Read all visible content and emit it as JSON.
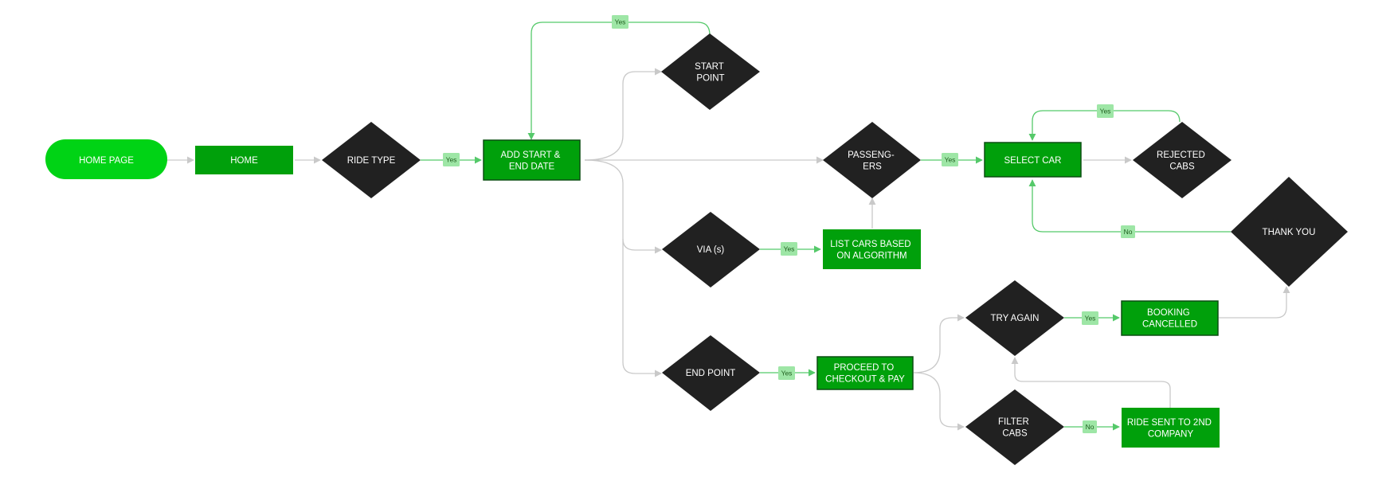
{
  "colors": {
    "terminal": "#00d315",
    "process": "#00a00b",
    "process_border": "#0b4f12",
    "decision": "#212121",
    "edge_green": "#55c96a",
    "edge_gray": "#c9c9c9",
    "label_bg": "#9ee6a6"
  },
  "nodes": {
    "home_page": [
      "HOME PAGE"
    ],
    "home": [
      "HOME"
    ],
    "ride_type": [
      "RIDE TYPE"
    ],
    "add_start_end_date": [
      "ADD START &",
      "END DATE"
    ],
    "start_point": [
      "START",
      "POINT"
    ],
    "passengers": [
      "PASSENG-",
      "ERS"
    ],
    "select_car": [
      "SELECT CAR"
    ],
    "rejected_cabs": [
      "REJECTED",
      "CABS"
    ],
    "thank_you": [
      "THANK YOU"
    ],
    "via": [
      "VIA (s)"
    ],
    "list_cars": [
      "LIST CARS BASED",
      "ON ALGORITHM"
    ],
    "try_again": [
      "TRY AGAIN"
    ],
    "booking_cancelled": [
      "BOOKING",
      "CANCELLED"
    ],
    "end_point": [
      "END POINT"
    ],
    "proceed_checkout": [
      "PROCEED TO",
      "CHECKOUT & PAY"
    ],
    "filter_cabs": [
      "FILTER",
      "CABS"
    ],
    "ride_sent": [
      "RIDE SENT TO 2ND",
      "COMPANY"
    ]
  },
  "edge_labels": {
    "ride_type_yes": "Yes",
    "start_point_yes": "Yes",
    "passengers_yes": "Yes",
    "rejected_yes": "Yes",
    "thank_you_no": "No",
    "via_yes": "Yes",
    "try_again_yes": "Yes",
    "end_point_yes": "Yes",
    "filter_no": "No"
  }
}
